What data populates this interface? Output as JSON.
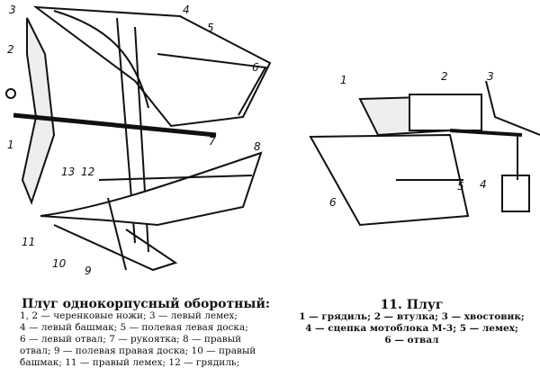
{
  "figure_left": {
    "labels": [
      "3",
      "4",
      "5",
      "6",
      "2",
      "1",
      "7",
      "8",
      "13",
      "12",
      "11",
      "10",
      "9"
    ],
    "caption_title": "Плуг однокорпусный оборотный:",
    "caption_lines": [
      "1, 2 — черенковые ножи; 3 — левый лемех;",
      "4 — левый башмак; 5 — полевая левая доска;",
      "6 — левый отвал; 7 — рукоятка; 8 — правый",
      "отвал; 9 — полевая правая доска; 10 — правый",
      "башмак; 11 — правый лемех; 12 — грядиль;"
    ]
  },
  "figure_right": {
    "labels": [
      "1",
      "2",
      "3",
      "4",
      "5",
      "6"
    ],
    "caption_title": "11. Плуг",
    "caption_lines": [
      "1 — грядиль; 2 — втулка; 3 — хвостовик;",
      "4 — сцепка мотоблока М-3; 5 — лемех;",
      "6 — отвал"
    ]
  }
}
